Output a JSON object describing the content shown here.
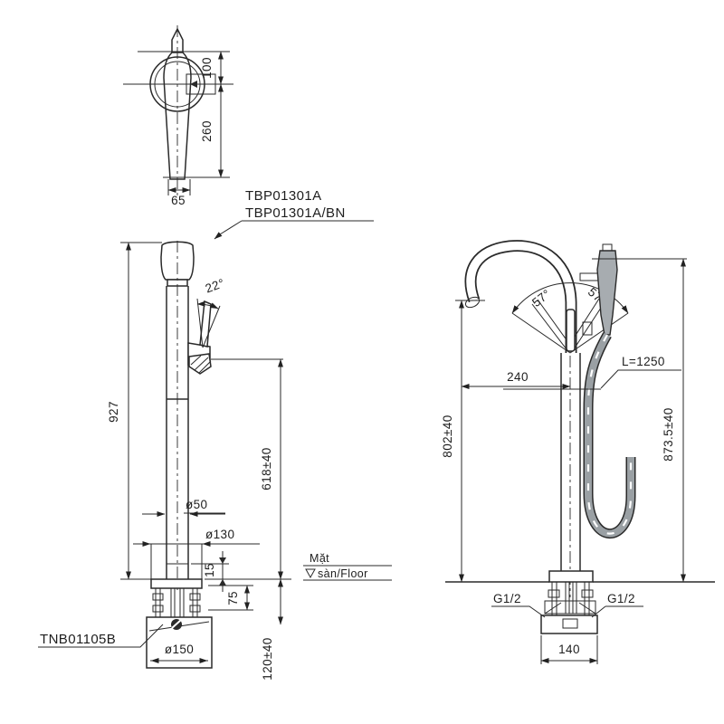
{
  "drawing": {
    "title_models": {
      "line1": "TBP01301A",
      "line2": "TBP01301A/BN"
    },
    "top_view": {
      "height_to_center": "100",
      "center_to_base": "260",
      "base_width": "65"
    },
    "front_view": {
      "handle_angle": "22°",
      "overall_height": "927",
      "spout_outlet_height": "618±40",
      "pipe_diameter": "ø50",
      "escutcheon_diameter": "ø130",
      "trim_gap": "15",
      "mount_height": "75",
      "embed_depth": "120±40",
      "base_diameter": "ø150",
      "base_part_number": "TNB01105B"
    },
    "side_view": {
      "swing_angle_left": "57°",
      "swing_angle_right": "57°",
      "spout_reach": "240",
      "hose_length": "L=1250",
      "spout_height": "802±40",
      "overall_height": "873.5±40",
      "inlet_thread_left": "G1/2",
      "inlet_thread_right": "G1/2",
      "base_width": "140"
    },
    "floor_label": {
      "line1": "Mặt",
      "line2": "sàn/Floor"
    },
    "colors": {
      "line": "#2a2a2a",
      "hose": "#9aa0a4"
    }
  }
}
